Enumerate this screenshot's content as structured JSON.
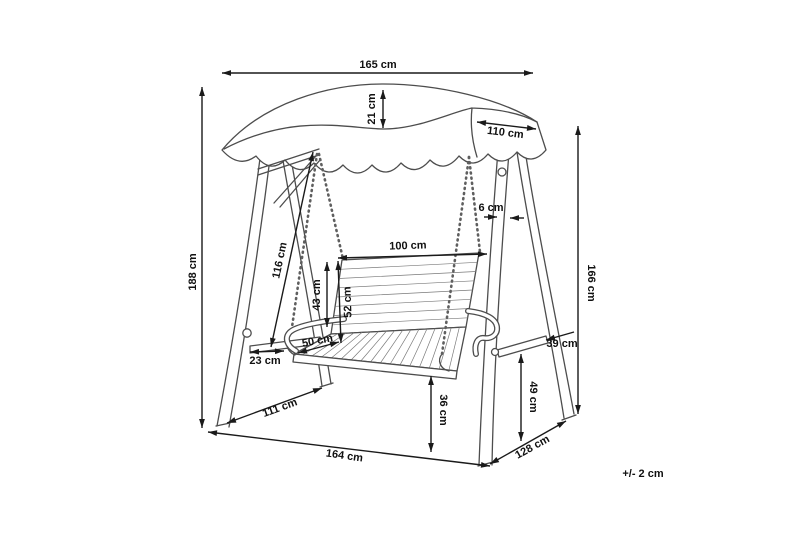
{
  "theme": {
    "ink": "#1a1a1a",
    "line": "#4d4d4d",
    "background": "#ffffff"
  },
  "labels": {
    "total_width": "165 cm",
    "canopy_height": "21 cm",
    "canopy_depth": "110 cm",
    "total_height": "188 cm",
    "frame_height": "166 cm",
    "pole_thickness": "6 cm",
    "seat_width": "100 cm",
    "chain_height": "116 cm",
    "backrest_height": "43 cm",
    "backrest_length": "52 cm",
    "front_offset": "23 cm",
    "seat_depth": "50 cm",
    "brace_length": "39 cm",
    "brace_height": "49 cm",
    "leg_spread_side": "111 cm",
    "base_width": "164 cm",
    "seat_clearance": "36 cm",
    "base_depth": "128 cm",
    "tolerance": "+/- 2 cm"
  }
}
